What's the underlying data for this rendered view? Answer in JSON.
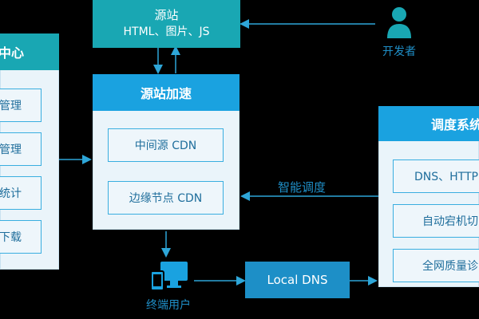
{
  "colors": {
    "teal": "#19a7b3",
    "blue": "#1aa2e0",
    "line": "#2ea6d8",
    "panel": "#eaf4fa",
    "background": "#000000"
  },
  "origin": {
    "title": "源站",
    "subtitle": "HTML、图片、JS"
  },
  "developer": {
    "icon": "user-icon",
    "label": "开发者"
  },
  "left_center": {
    "title": "中心",
    "items": [
      "管理",
      "管理",
      "统计",
      "下载"
    ]
  },
  "accel": {
    "title": "源站加速",
    "mid_label": "中间源 CDN",
    "edge_label": "边缘节点 CDN"
  },
  "scheduler": {
    "title": "调度系统",
    "items": [
      "DNS、HTTP",
      "自动宕机切",
      "全网质量诊"
    ]
  },
  "smart_label": "智能调度",
  "end_user": {
    "icon": "devices-icon",
    "label": "终端用户"
  },
  "local_dns": "Local DNS"
}
